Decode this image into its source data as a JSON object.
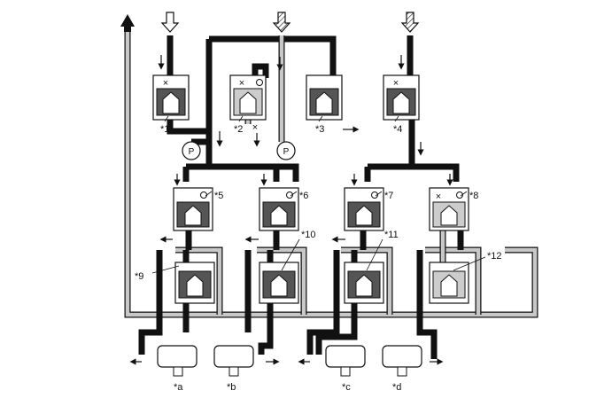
{
  "diagram": {
    "valve_labels": [
      "*1",
      "*2",
      "*3",
      "*4",
      "*5",
      "*6",
      "*7",
      "*8",
      "*9",
      "*10",
      "*11",
      "*12"
    ],
    "wheel_cylinder_labels": [
      "*a",
      "*b",
      "*c",
      "*d"
    ],
    "pump_symbol": "P",
    "closed_port_mark": "×",
    "colors": {
      "pressure_line": "#5a5a5a",
      "return_line": "#c8c8c8",
      "outline": "#111111"
    }
  }
}
